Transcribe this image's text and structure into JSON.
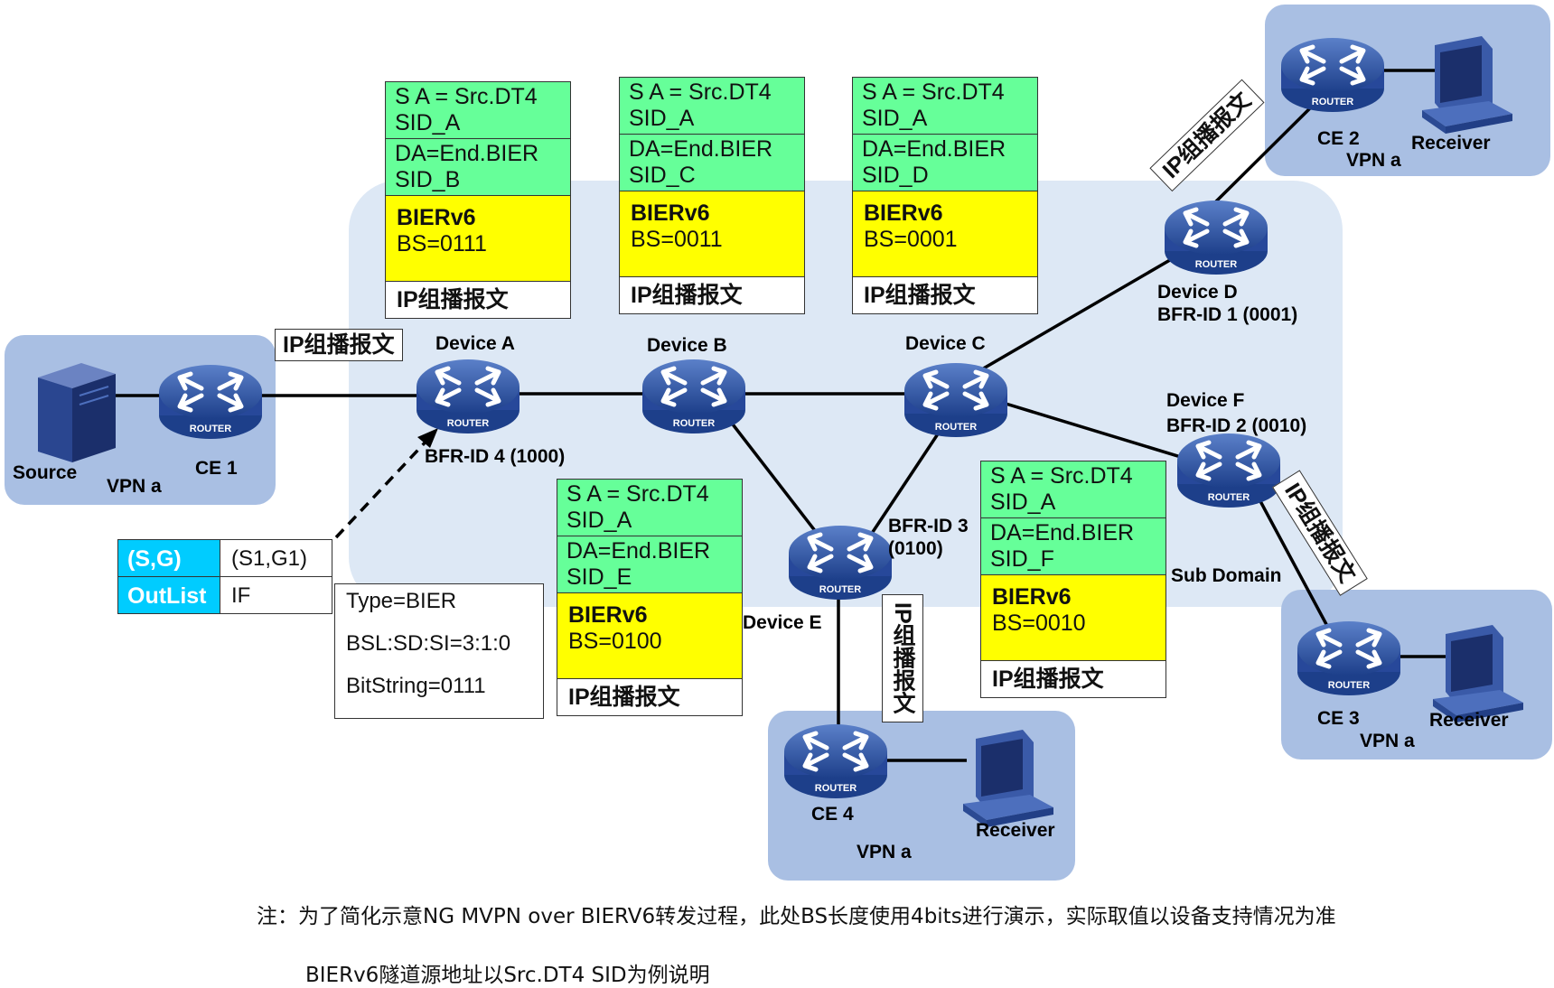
{
  "sub_domain": "Sub Domain",
  "devices": [
    {
      "id": "ce1",
      "label": "CE 1",
      "vpn": "VPN a"
    },
    {
      "id": "devA",
      "label": "Device A",
      "bfr": "BFR-ID 4 (1000)"
    },
    {
      "id": "devB",
      "label": "Device B"
    },
    {
      "id": "devC",
      "label": "Device C"
    },
    {
      "id": "devD",
      "label": "Device D",
      "bfr": "BFR-ID 1 (0001)"
    },
    {
      "id": "devE",
      "label": "Device E",
      "bfr_line1": "BFR-ID 3",
      "bfr_line2": "(0100)"
    },
    {
      "id": "devF",
      "label": "Device F",
      "bfr": "BFR-ID 2 (0010)"
    },
    {
      "id": "ce2",
      "label": "CE 2",
      "vpn": "VPN a"
    },
    {
      "id": "ce3",
      "label": "CE 3",
      "vpn": "VPN a"
    },
    {
      "id": "ce4",
      "label": "CE 4",
      "vpn": "VPN a"
    }
  ],
  "router_icon_text": "ROUTER",
  "source_label": "Source",
  "source_vpn": "VPN a",
  "receiver_label": "Receiver",
  "ip_packet": "IP组播报文",
  "headers": [
    {
      "id": "h-b",
      "sa1": "S A =  Src.DT4",
      "sa2": "SID_A",
      "da1": "DA=End.BIER",
      "da2": "SID_B",
      "bier": "BIERv6",
      "bs": "BS=0111",
      "payload": "IP组播报文"
    },
    {
      "id": "h-c",
      "sa1": "S A =  Src.DT4",
      "sa2": "SID_A",
      "da1": "DA=End.BIER",
      "da2": "SID_C",
      "bier": "BIERv6",
      "bs": "BS=0011",
      "payload": "IP组播报文"
    },
    {
      "id": "h-d",
      "sa1": "S A =  Src.DT4",
      "sa2": "SID_A",
      "da1": "DA=End.BIER",
      "da2": "SID_D",
      "bier": "BIERv6",
      "bs": "BS=0001",
      "payload": "IP组播报文"
    },
    {
      "id": "h-e",
      "sa1": "S A =  Src.DT4",
      "sa2": "SID_A",
      "da1": "DA=End.BIER",
      "da2": "SID_E",
      "bier": "BIERv6",
      "bs": "BS=0100",
      "payload": "IP组播报文"
    },
    {
      "id": "h-f",
      "sa1": "S A =  Src.DT4",
      "sa2": "SID_A",
      "da1": "DA=End.BIER",
      "da2": "SID_F",
      "bier": "BIERv6",
      "bs": "BS=0010",
      "payload": "IP组播报文"
    }
  ],
  "fib": {
    "key1": "(S,G)",
    "val1": "(S1,G1)",
    "key2": "OutList",
    "val2": "IF",
    "info": [
      "Type=BIER",
      "BSL:SD:SI=3:1:0",
      "BitString=0111"
    ]
  },
  "notes": {
    "line1": "注：为了简化示意NG MVPN over BIERV6转发过程，此处BS长度使用4bits进行演示，实际取值以设备支持情况为准",
    "line2": "BIERv6隧道源地址以Src.DT4 SID为例说明"
  },
  "colors": {
    "domain_fill": "#dde8f5",
    "site_fill": "#a9bfe3",
    "router_fill": "#2f55a6",
    "green": "#66ff99",
    "yellow": "#ffff00",
    "cyan": "#00ccff"
  }
}
